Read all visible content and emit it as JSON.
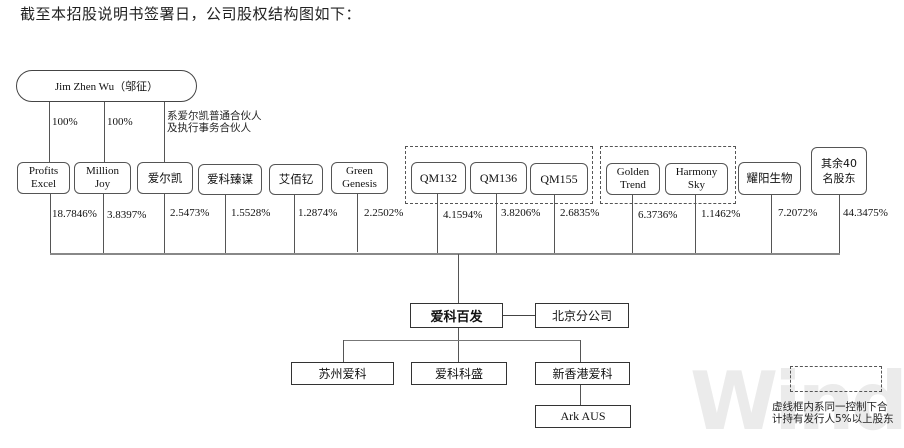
{
  "intro": "截至本招股说明书签署日，公司股权结构图如下：",
  "top_holder": {
    "name": "Jim Zhen Wu（邬征）",
    "links": [
      {
        "target": "Profits Excel",
        "pct": "100%"
      },
      {
        "target": "Million Joy",
        "pct": "100%"
      },
      {
        "target": "爱尔凯",
        "note": "系爱尔凯普通合伙人\n及执行事务合伙人"
      }
    ]
  },
  "shareholders": [
    {
      "name": "Profits\nExcel",
      "pct": "18.7846%"
    },
    {
      "name": "Million\nJoy",
      "pct": "3.8397%"
    },
    {
      "name": "爱尔凯",
      "pct": "2.5473%"
    },
    {
      "name": "爱科臻谋",
      "pct": "1.5528%"
    },
    {
      "name": "艾佰钇",
      "pct": "1.2874%"
    },
    {
      "name": "Green\nGenesis",
      "pct": "2.2502%"
    },
    {
      "name": "QM132",
      "pct": "4.1594%",
      "group": 1
    },
    {
      "name": "QM136",
      "pct": "3.8206%",
      "group": 1
    },
    {
      "name": "QM155",
      "pct": "2.6835%",
      "group": 1
    },
    {
      "name": "Golden\nTrend",
      "pct": "6.3736%",
      "group": 2
    },
    {
      "name": "Harmony\nSky",
      "pct": "1.1462%",
      "group": 2
    },
    {
      "name": "耀阳生物",
      "pct": "7.2072%"
    },
    {
      "name": "其余40\n名股东",
      "pct": "44.3475%"
    }
  ],
  "company": {
    "name": "爱科百发",
    "branch": "北京分公司",
    "subsidiaries": [
      {
        "name": "苏州爱科"
      },
      {
        "name": "爱科科盛"
      },
      {
        "name": "新香港爱科",
        "children": [
          {
            "name": "Ark AUS"
          }
        ]
      }
    ]
  },
  "legend": {
    "text": "虚线框内系同一控制下合\n计持有发行人5%以上股东"
  },
  "watermark": "Wind"
}
